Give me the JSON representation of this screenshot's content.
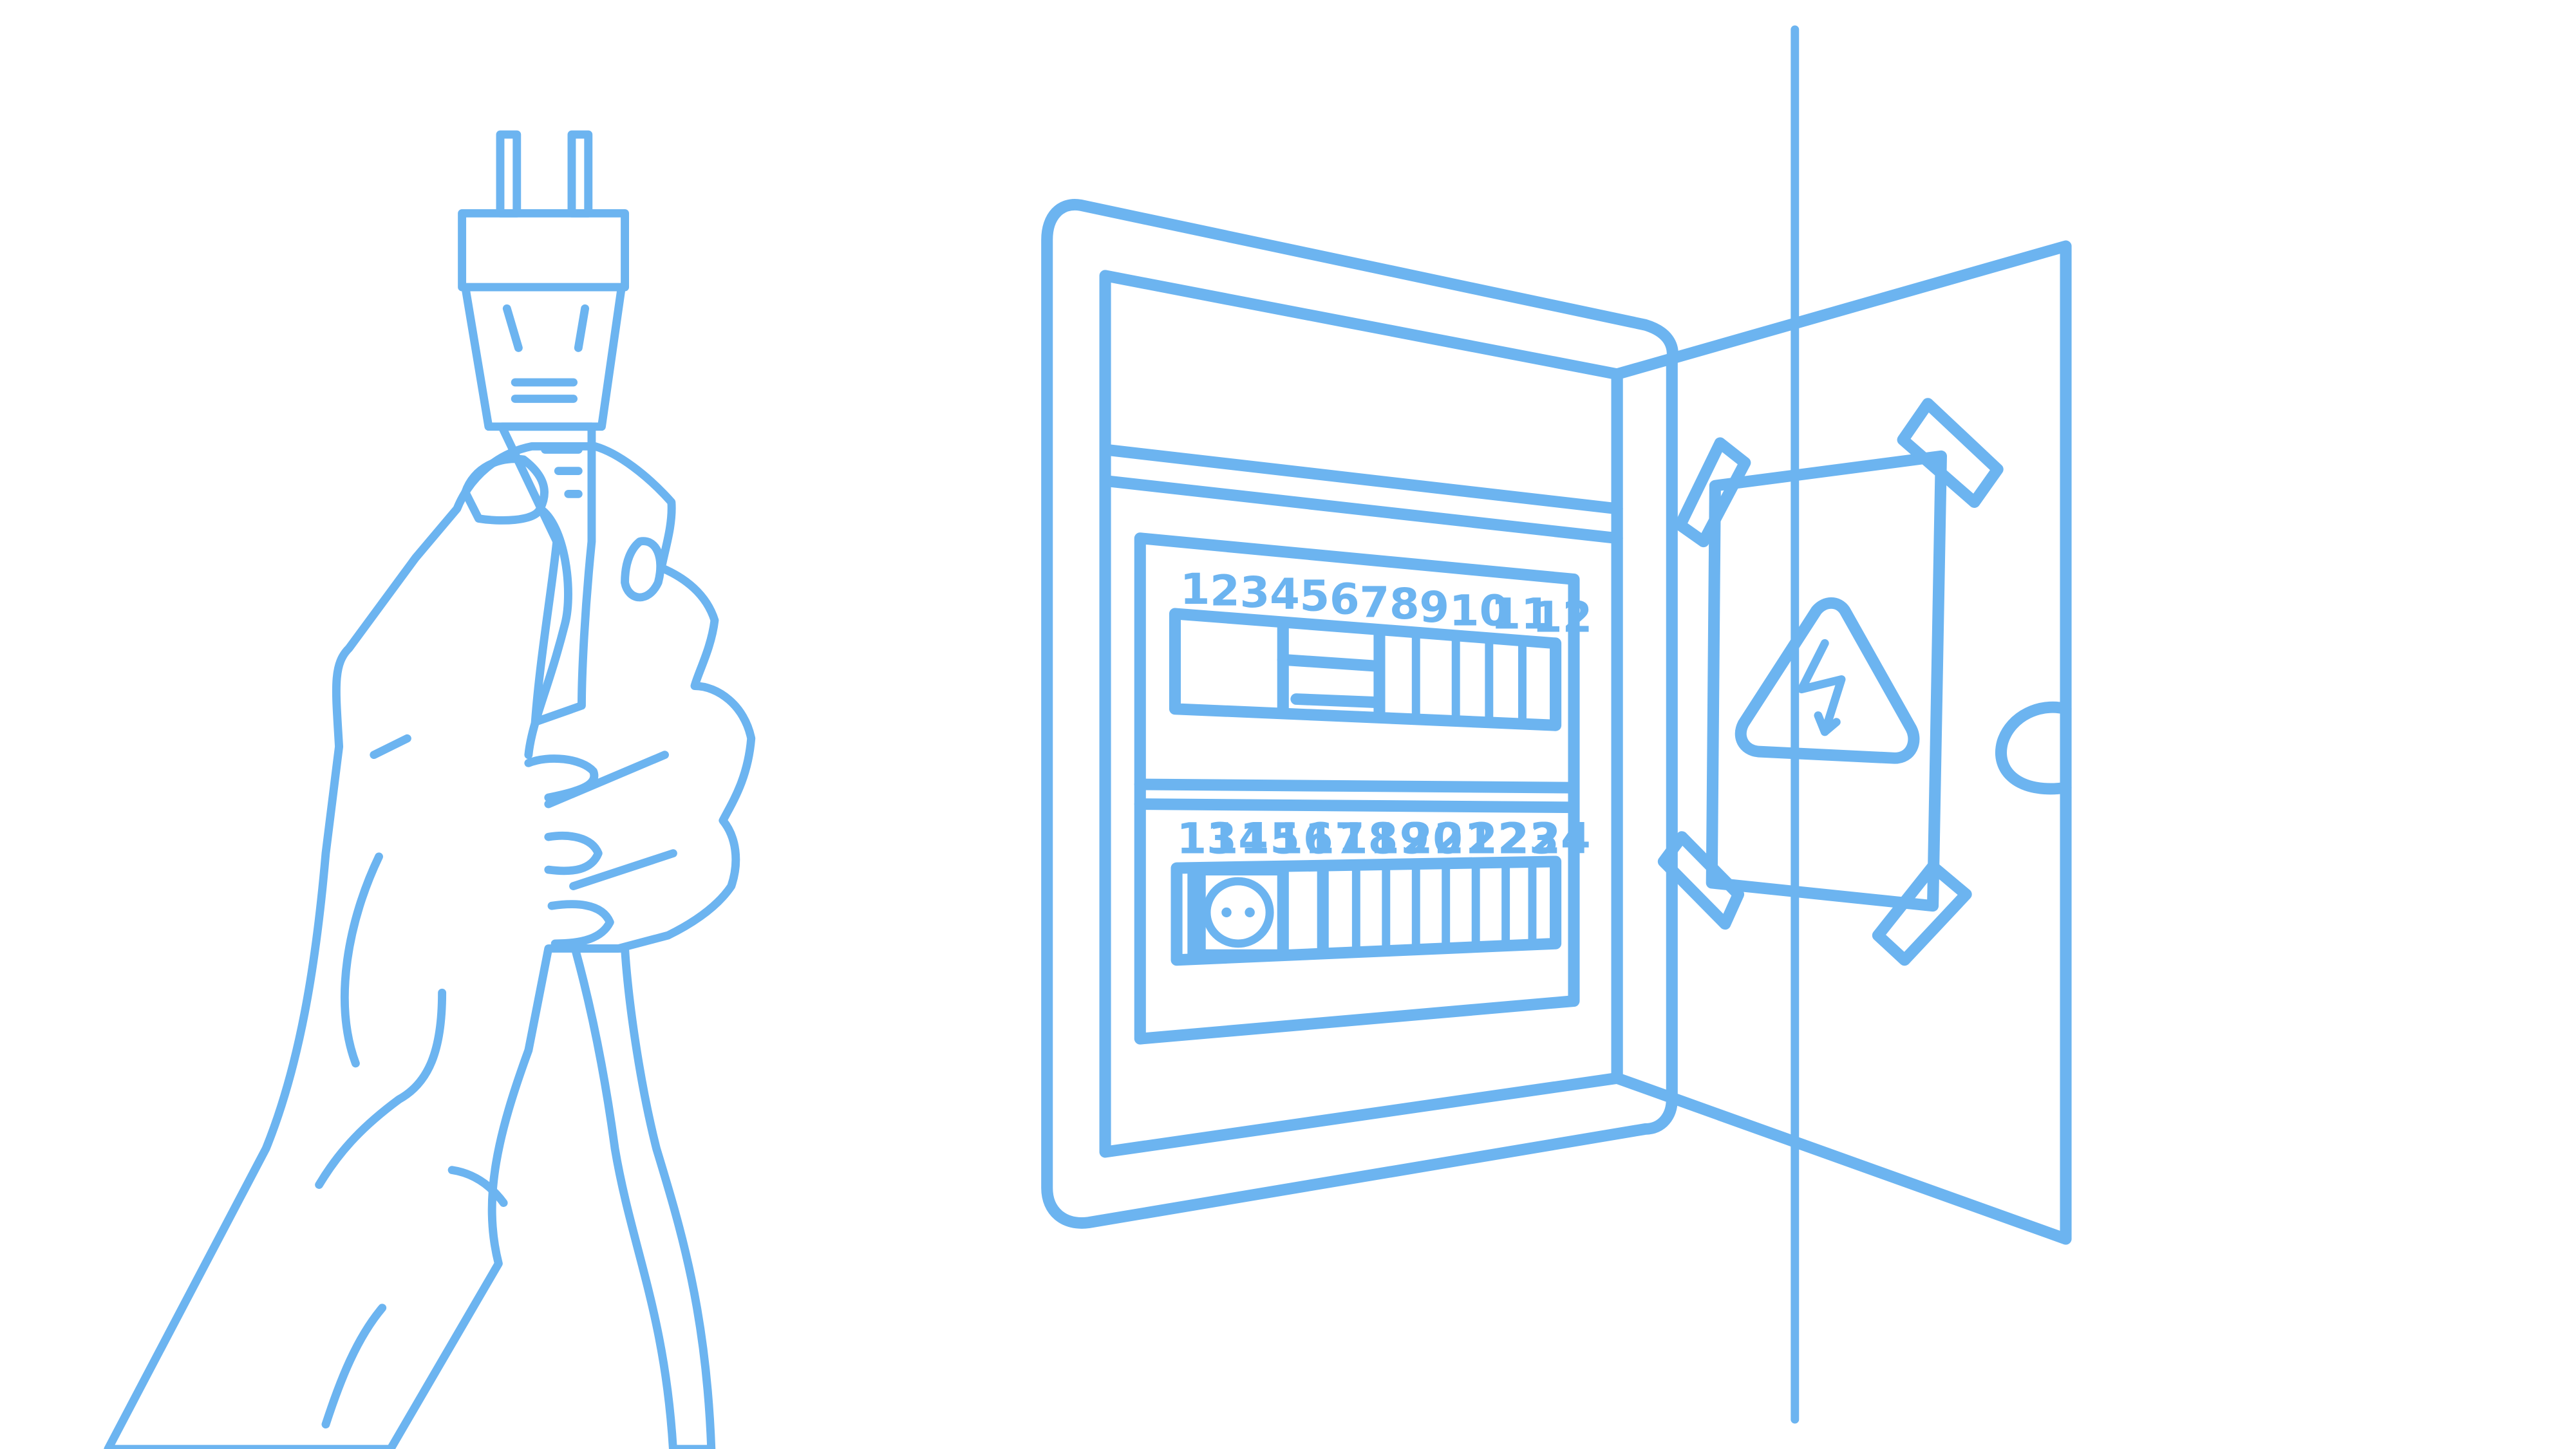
{
  "colors": {
    "outline": "#6cb4f0",
    "panel_fill": "#e3f3fc",
    "plug_fill": "#bde3f4",
    "hand_fill": "#f5f5f5",
    "inner_fill": "#f6f6f6",
    "background": "#ffffff"
  },
  "icons": {
    "warning": "high-voltage-warning-icon",
    "socket": "socket-outlet-icon",
    "plug": "electric-plug-icon"
  },
  "breaker_panel": {
    "top_row_numbers": [
      "1",
      "2",
      "3",
      "4",
      "5",
      "6",
      "7",
      "8",
      "9",
      "10",
      "11",
      "12"
    ],
    "bottom_row_numbers": [
      "13",
      "14",
      "15",
      "16",
      "17",
      "18",
      "19",
      "20",
      "21",
      "22",
      "23",
      "24"
    ]
  }
}
